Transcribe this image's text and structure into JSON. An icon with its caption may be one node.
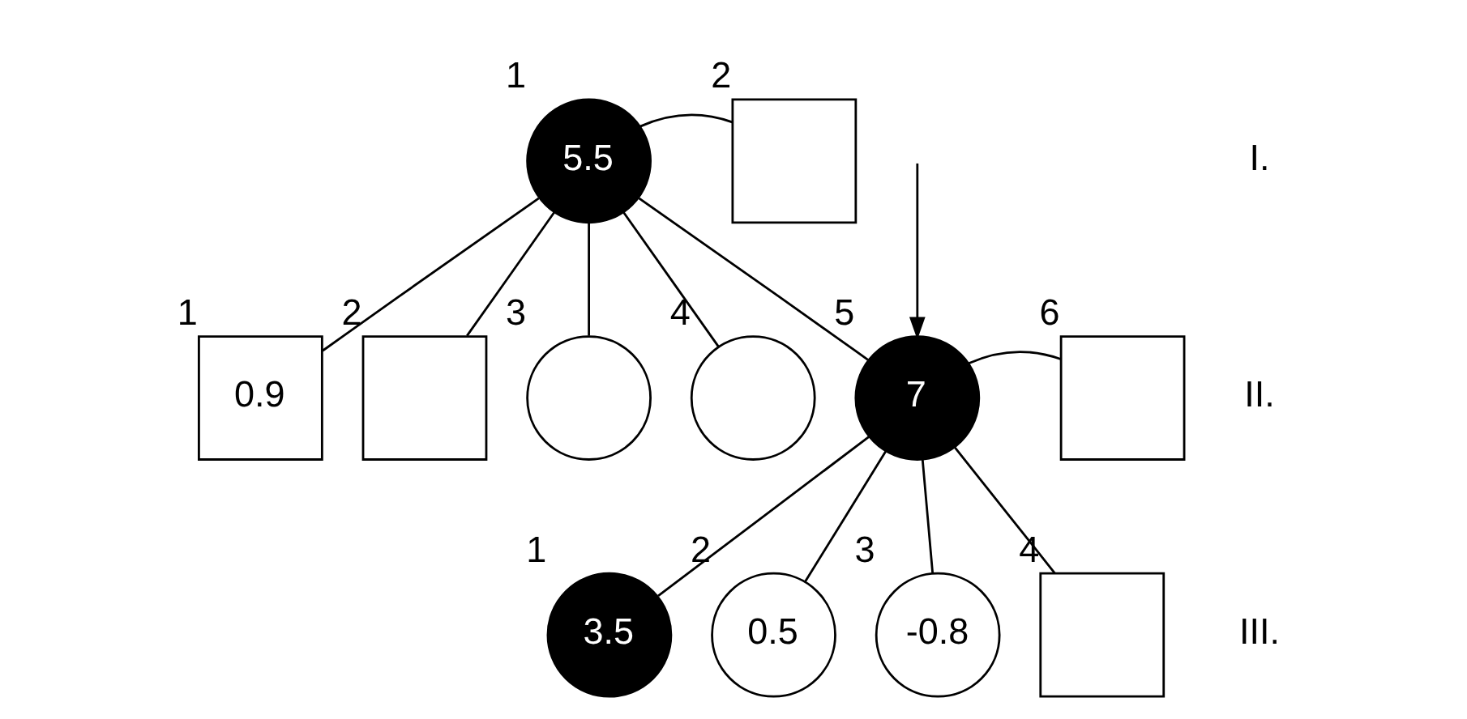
{
  "diagram": {
    "nodes": [
      {
        "text": [
          "5.5"
        ],
        "beside": [
          "1"
        ]
      },
      {
        "text": [],
        "shape": "box",
        "beside": [
          "2"
        ]
      },
      {
        "text": [
          "0.9"
        ],
        "beside": [
          "1"
        ]
      },
      {
        "text": [],
        "shape": "box",
        "beside": [
          "2"
        ]
      },
      {
        "text": [],
        "shape": "circle",
        "beside": [
          "3"
        ]
      },
      {
        "text": [],
        "shape": "circle",
        "beside": [
          "4"
        ]
      },
      {
        "text": [
          "7"
        ],
        "beside": [
          "5"
        ]
      },
      {
        "text": [],
        "shape": "box",
        "beside": [
          "6"
        ]
      },
      {
        "text": [
          "3.5"
        ],
        "beside": [
          "1"
        ]
      },
      {
        "text": [
          "0.5"
        ],
        "beside": [
          "2"
        ]
      },
      {
        "text": [
          "-0.8"
        ],
        "beside": [
          "3"
        ]
      },
      {
        "text": [],
        "shape": "box",
        "beside": [
          "4"
        ]
      }
    ],
    "edges": [
      {
        "from": 0,
        "to": 1,
        "arrow": "none"
      },
      {
        "from": 0,
        "to": 2,
        "arrow": "none"
      },
      {
        "from": 0,
        "to": 3,
        "arrow": "none"
      },
      {
        "from": 0,
        "to": 4,
        "arrow": "none"
      },
      {
        "from": 0,
        "to": 5,
        "arrow": "none"
      },
      {
        "from": 0,
        "to": 6,
        "arrow": "none"
      },
      {
        "from": null,
        "to": 6,
        "arrow": "to"
      },
      {
        "from": 6,
        "to": 7,
        "arrow": "none"
      },
      {
        "from": 6,
        "to": 8,
        "arrow": "none"
      },
      {
        "from": 6,
        "to": 9,
        "arrow": "none"
      },
      {
        "from": 6,
        "to": 10,
        "arrow": "none"
      },
      {
        "from": 6,
        "to": 11,
        "arrow": "none"
      }
    ],
    "labels": [
      "I.",
      "II.",
      "III."
    ]
  }
}
